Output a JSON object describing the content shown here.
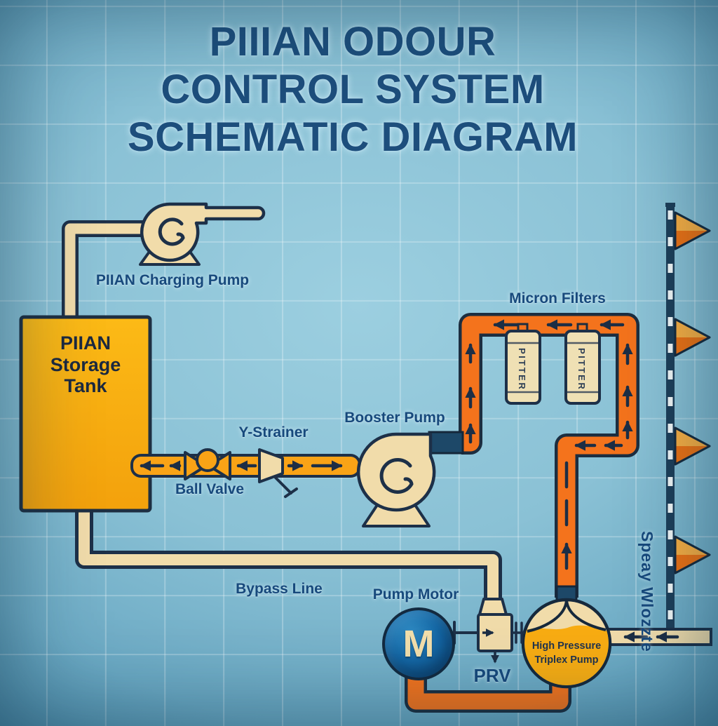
{
  "diagram": {
    "title": {
      "line1": "PIIIAN ODOUR",
      "line2": "CONTROL SYSTEM",
      "line3": "SCHEMATIC DIAGRAM"
    },
    "components": {
      "charging_pump": {
        "label": "PIIAN Charging Pump"
      },
      "storage_tank": {
        "label_line1": "PIIAN",
        "label_line2": "Storage",
        "label_line3": "Tank"
      },
      "ball_valve": {
        "label": "Ball Valve"
      },
      "y_strainer": {
        "label": "Y-Strainer"
      },
      "booster_pump": {
        "label": "Booster Pump"
      },
      "micron_filters": {
        "label": "Micron Filters",
        "filter_text": "PITTER"
      },
      "bypass_line": {
        "label": "Bypass Line"
      },
      "pump_motor": {
        "label": "Pump Motor",
        "motor_letter": "M"
      },
      "prv": {
        "label": "PRV"
      },
      "triplex_pump": {
        "label_line1": "High Pressure",
        "label_line2": "Triplex Pump"
      },
      "spray_nozzles": {
        "label": "Speay Wlozzte"
      }
    },
    "colors": {
      "background_blue": "#8ac1d5",
      "navy_outline": "#1d3048",
      "label_navy": "#17497c",
      "title_navy": "#1d4e7c",
      "pipe_orange": "#f4731c",
      "pipe_gold": "#f9a316",
      "pipe_cream": "#f1dcaa",
      "tank_yellow": "#f9b315",
      "motor_blue": "#1568a6",
      "nozzle_light": "#f9ae41",
      "nozzle_dark": "#ee7111",
      "dark_connector": "#1d4868",
      "arrow_navy": "#1c2e45"
    }
  }
}
